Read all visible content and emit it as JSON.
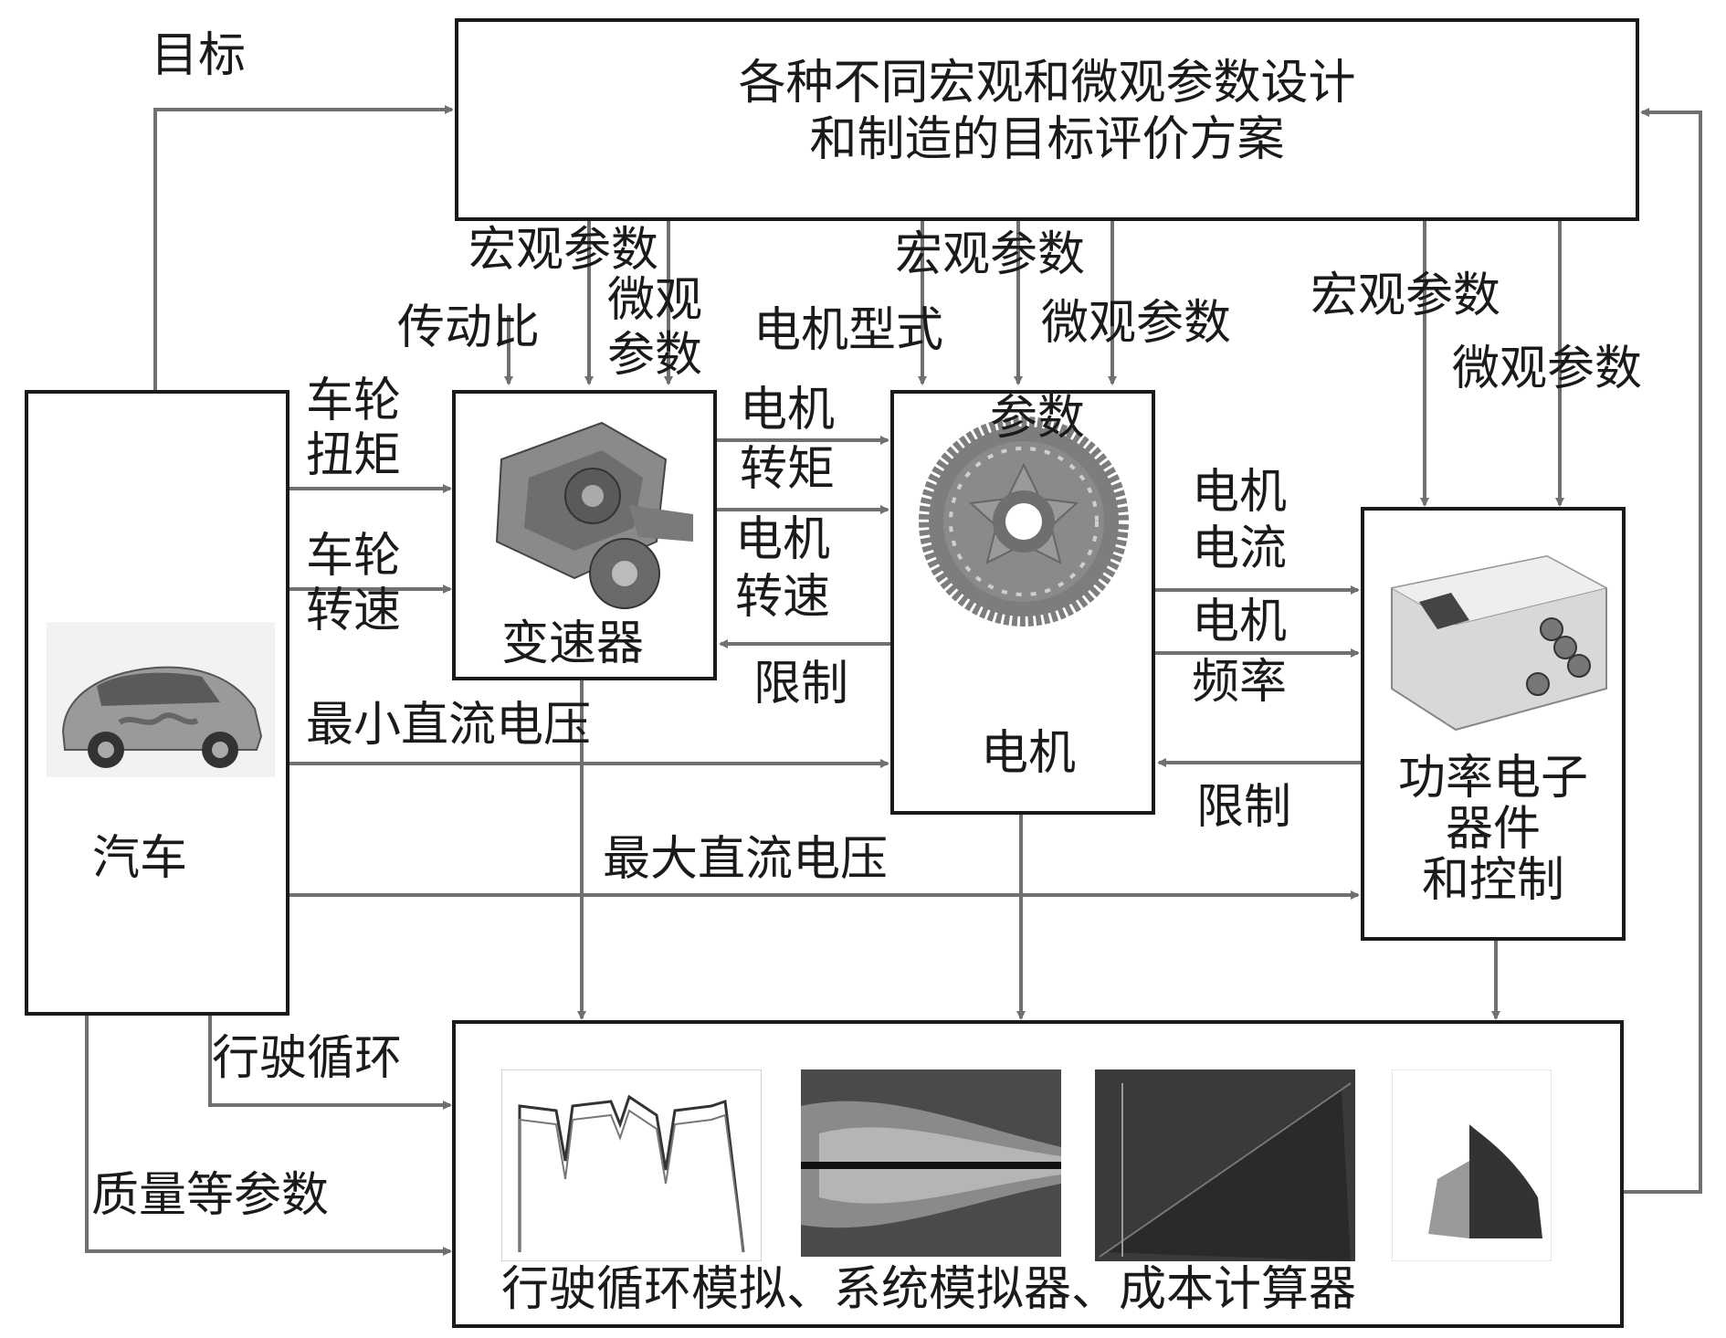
{
  "top_box": {
    "line1": "各种不同宏观和微观参数设计",
    "line2": "和制造的目标评价方案"
  },
  "car": {
    "label": "汽车",
    "target_label": "目标"
  },
  "gearbox": {
    "label": "变速器"
  },
  "motor": {
    "label": "电机",
    "param_label": "参数"
  },
  "power": {
    "line1": "功率电子",
    "line2": "器件",
    "line3": "和控制"
  },
  "bottom": {
    "label": "行驶循环模拟、系统模拟器、成本计算器"
  },
  "arrows": {
    "gear_macro": "宏观参数",
    "gear_ratio": "传动比",
    "gear_micro_1": "微观",
    "gear_micro_2": "参数",
    "motor_macro": "宏观参数",
    "motor_type": "电机型式",
    "motor_micro": "微观参数",
    "pe_macro": "宏观参数",
    "pe_micro": "微观参数",
    "wheel_torque_1": "车轮",
    "wheel_torque_2": "扭矩",
    "wheel_speed_1": "车轮",
    "wheel_speed_2": "转速",
    "motor_torque_1": "电机",
    "motor_torque_2": "转矩",
    "motor_speed_1": "电机",
    "motor_speed_2": "转速",
    "limit_1": "限制",
    "motor_current_1": "电机",
    "motor_current_2": "电流",
    "motor_freq_1": "电机",
    "motor_freq_2": "频率",
    "limit_2": "限制",
    "min_dc": "最小直流电压",
    "max_dc": "最大直流电压",
    "drive_cycle": "行驶循环",
    "mass_params": "质量等参数"
  }
}
